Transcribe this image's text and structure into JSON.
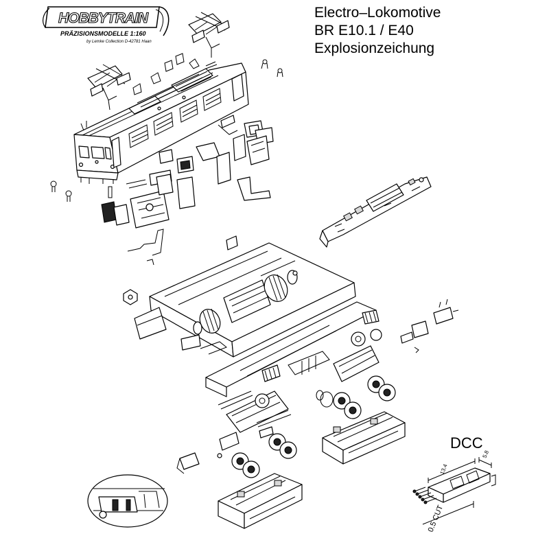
{
  "logo": {
    "brand": "HOBBYTRAIN",
    "subtitle": "PRÄZISIONSMODELLE 1:160",
    "collection": "by Lemke Collection D-42781 Haan"
  },
  "title": {
    "line1": "Electro–Lokomotive",
    "line2": "BR E10.1 / E40",
    "line3": "Explosionzeichung"
  },
  "dcc": {
    "label": "DCC",
    "dim_length": "13.4",
    "dim_height": "5.8",
    "cut_note": "0.5 CUT"
  },
  "colors": {
    "line": "#000000",
    "background": "#ffffff",
    "shade": "#d8d8d8"
  }
}
